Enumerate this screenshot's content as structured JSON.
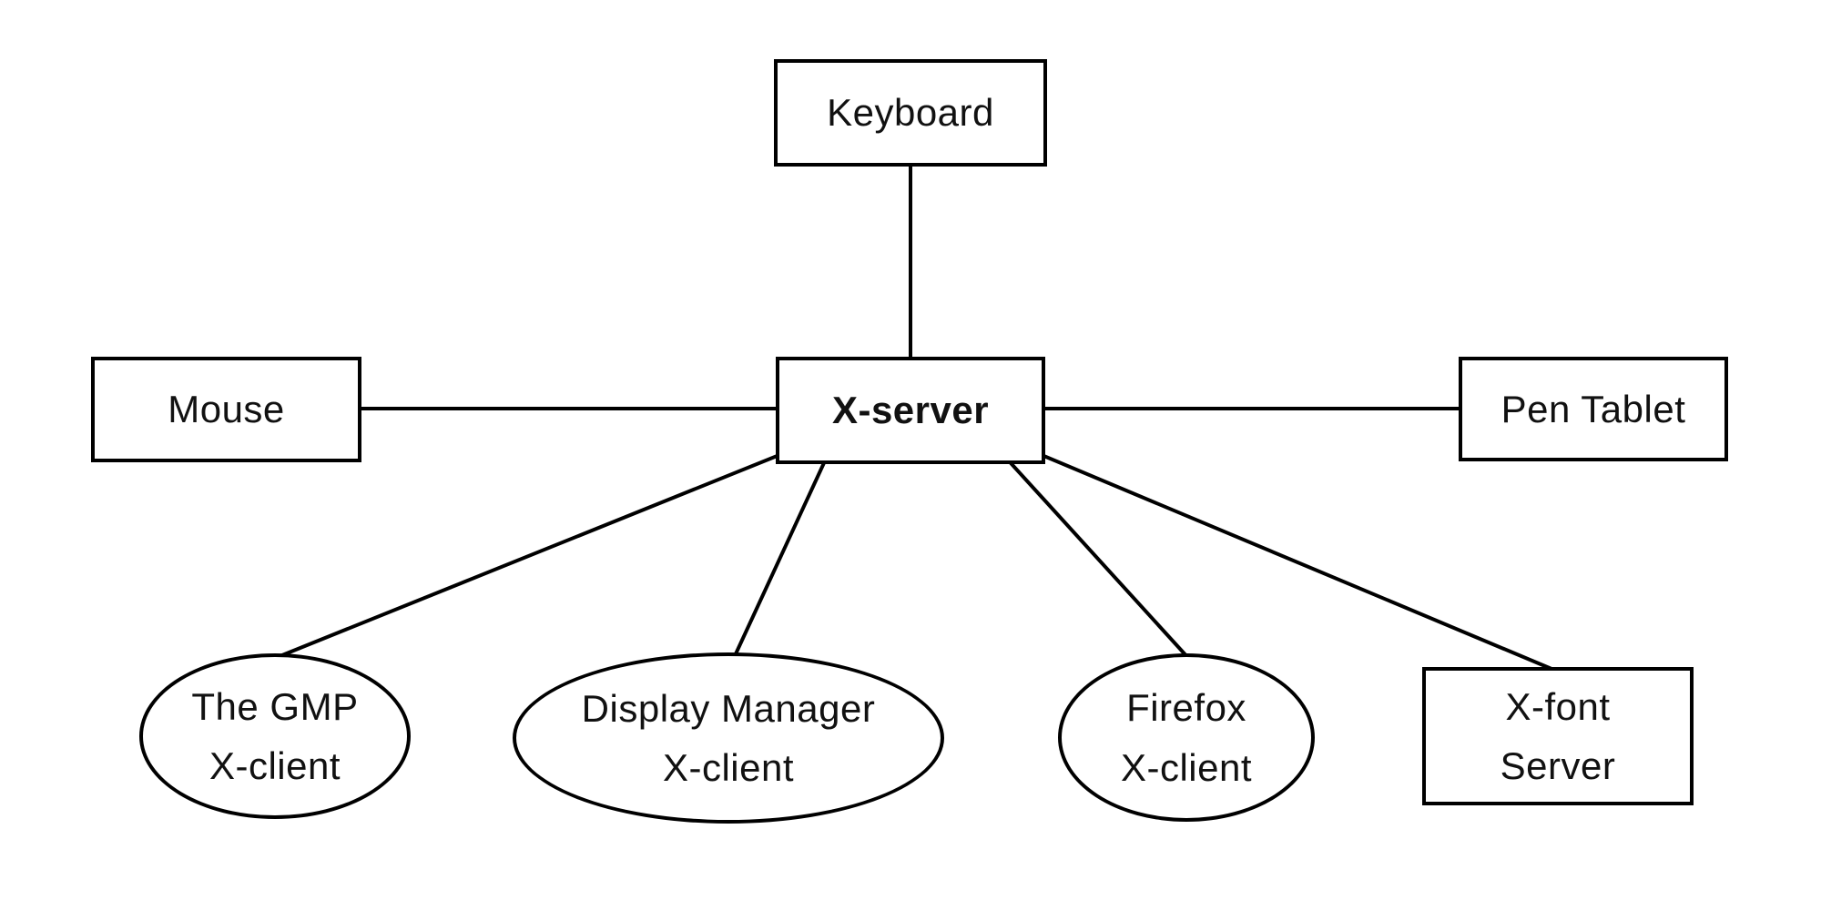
{
  "canvas": {
    "background_color": "#ffffff",
    "line_color": "#000000",
    "text_color": "#111111"
  },
  "diagram": {
    "type": "node-link architecture diagram",
    "nodes": {
      "keyboard": {
        "label": "Keyboard",
        "shape": "rectangle"
      },
      "mouse": {
        "label": "Mouse",
        "shape": "rectangle"
      },
      "x_server": {
        "label": "X-server",
        "shape": "rectangle",
        "emphasis": "bold"
      },
      "pen_tablet": {
        "label": "Pen Tablet",
        "shape": "rectangle"
      },
      "gmp_client": {
        "label": "The GMP\nX-client",
        "shape": "ellipse"
      },
      "display_manager_client": {
        "label": "Display Manager\nX-client",
        "shape": "ellipse"
      },
      "firefox_client": {
        "label": "Firefox\nX-client",
        "shape": "ellipse"
      },
      "x_font_server": {
        "label": "X-font\nServer",
        "shape": "rectangle"
      }
    },
    "edges": [
      {
        "from": "keyboard",
        "to": "x_server"
      },
      {
        "from": "mouse",
        "to": "x_server"
      },
      {
        "from": "x_server",
        "to": "pen_tablet"
      },
      {
        "from": "x_server",
        "to": "gmp_client"
      },
      {
        "from": "x_server",
        "to": "display_manager_client"
      },
      {
        "from": "x_server",
        "to": "firefox_client"
      },
      {
        "from": "x_server",
        "to": "x_font_server"
      }
    ]
  }
}
